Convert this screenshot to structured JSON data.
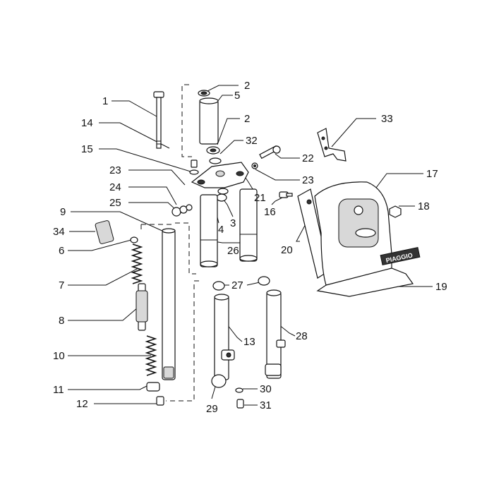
{
  "diagram": {
    "labels": [
      "1",
      "2",
      "5",
      "2",
      "14",
      "32",
      "15",
      "22",
      "33",
      "23",
      "23",
      "21",
      "17",
      "24",
      "25",
      "4",
      "3",
      "16",
      "18",
      "9",
      "34",
      "26",
      "20",
      "6",
      "7",
      "27",
      "19",
      "8",
      "13",
      "28",
      "10",
      "11",
      "30",
      "12",
      "29",
      "31"
    ],
    "brand_text": "PIAGGIO"
  }
}
